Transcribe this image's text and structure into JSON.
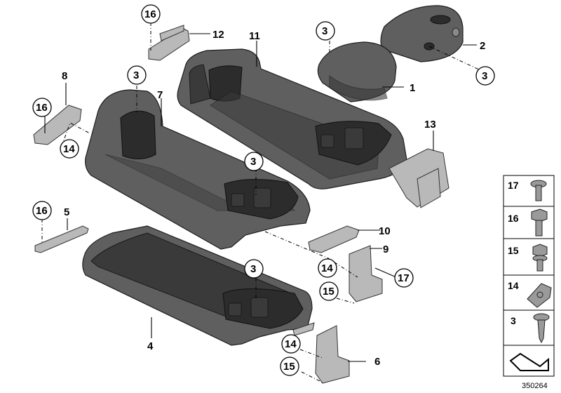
{
  "diagram_id": "350264",
  "callouts": {
    "c1": "1",
    "c2": "2",
    "c3a": "3",
    "c3b": "3",
    "c3c": "3",
    "c3d": "3",
    "c3e": "3",
    "c4": "4",
    "c5": "5",
    "c6": "6",
    "c7": "7",
    "c8": "8",
    "c9": "9",
    "c10": "10",
    "c11": "11",
    "c12": "12",
    "c13": "13",
    "c14a": "14",
    "c14b": "14",
    "c14c": "14",
    "c15a": "15",
    "c15b": "15",
    "c16a": "16",
    "c16b": "16",
    "c16c": "16",
    "c17": "17"
  },
  "legend": [
    {
      "num": "17",
      "icon": "torx-screw-icon"
    },
    {
      "num": "16",
      "icon": "hex-bolt-icon"
    },
    {
      "num": "15",
      "icon": "hex-flange-screw-icon"
    },
    {
      "num": "14",
      "icon": "clip-nut-icon"
    },
    {
      "num": "3",
      "icon": "sheet-metal-screw-icon"
    }
  ]
}
